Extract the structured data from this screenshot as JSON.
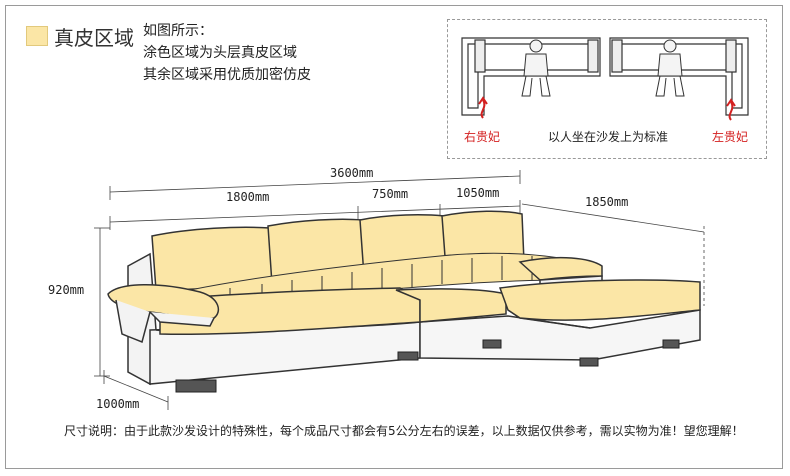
{
  "legend": {
    "title": "真皮区域",
    "color": "#fbe6a6",
    "notes": [
      "如图所示：",
      "涂色区域为头层真皮区域",
      "其余区域采用优质加密仿皮"
    ]
  },
  "reference": {
    "right_label": "右贵妃",
    "center_label": "以人坐在沙发上为标准",
    "left_label": "左贵妃",
    "accent_color": "#d42020"
  },
  "dimensions": {
    "total_width": "3600mm",
    "segment_1": "1800mm",
    "segment_2": "750mm",
    "segment_3": "1050mm",
    "chaise_length": "1850mm",
    "height": "920mm",
    "depth": "1000mm"
  },
  "footer": "尺寸说明：由于此款沙发设计的特殊性，每个成品尺寸都会有5公分左右的误差，以上数据仅供参考，需以实物为准！望您理解！"
}
